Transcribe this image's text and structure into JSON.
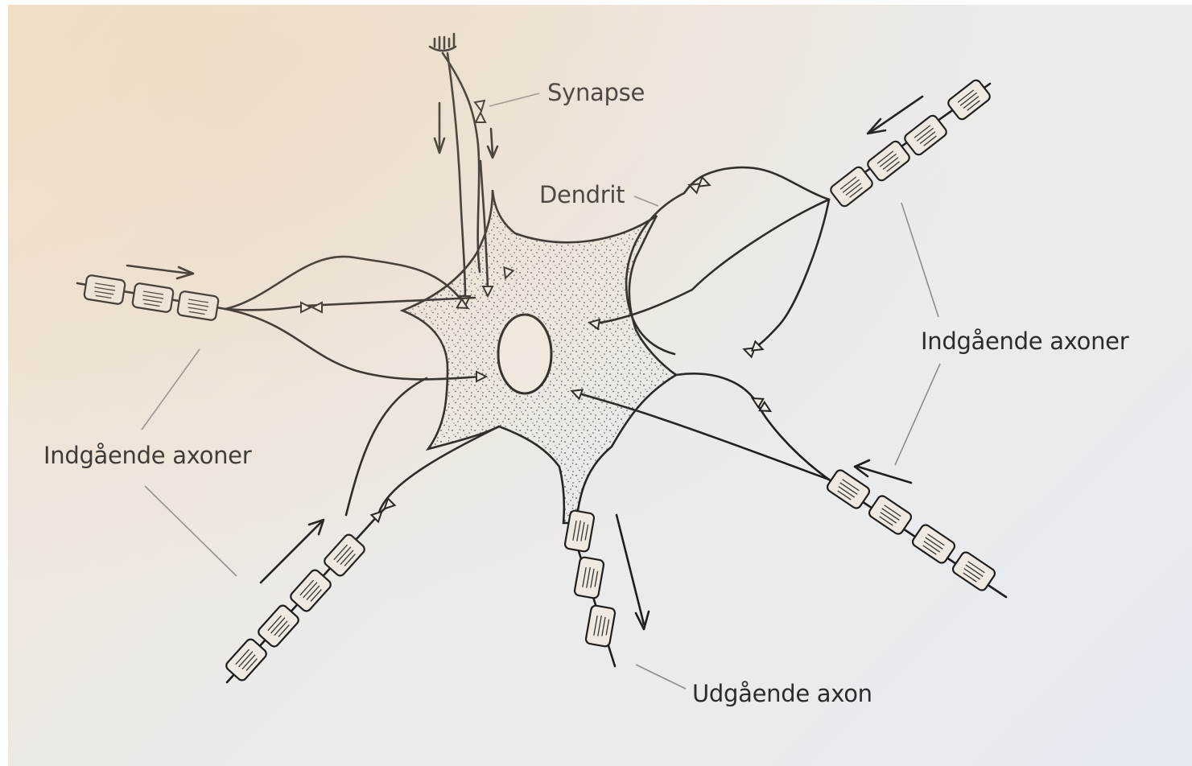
{
  "labels": {
    "synapse": "Synapse",
    "dendrit": "Dendrit",
    "incoming_left": "Indgående axoner",
    "incoming_right": "Indgående axoner",
    "outgoing": "Udgående axon"
  }
}
